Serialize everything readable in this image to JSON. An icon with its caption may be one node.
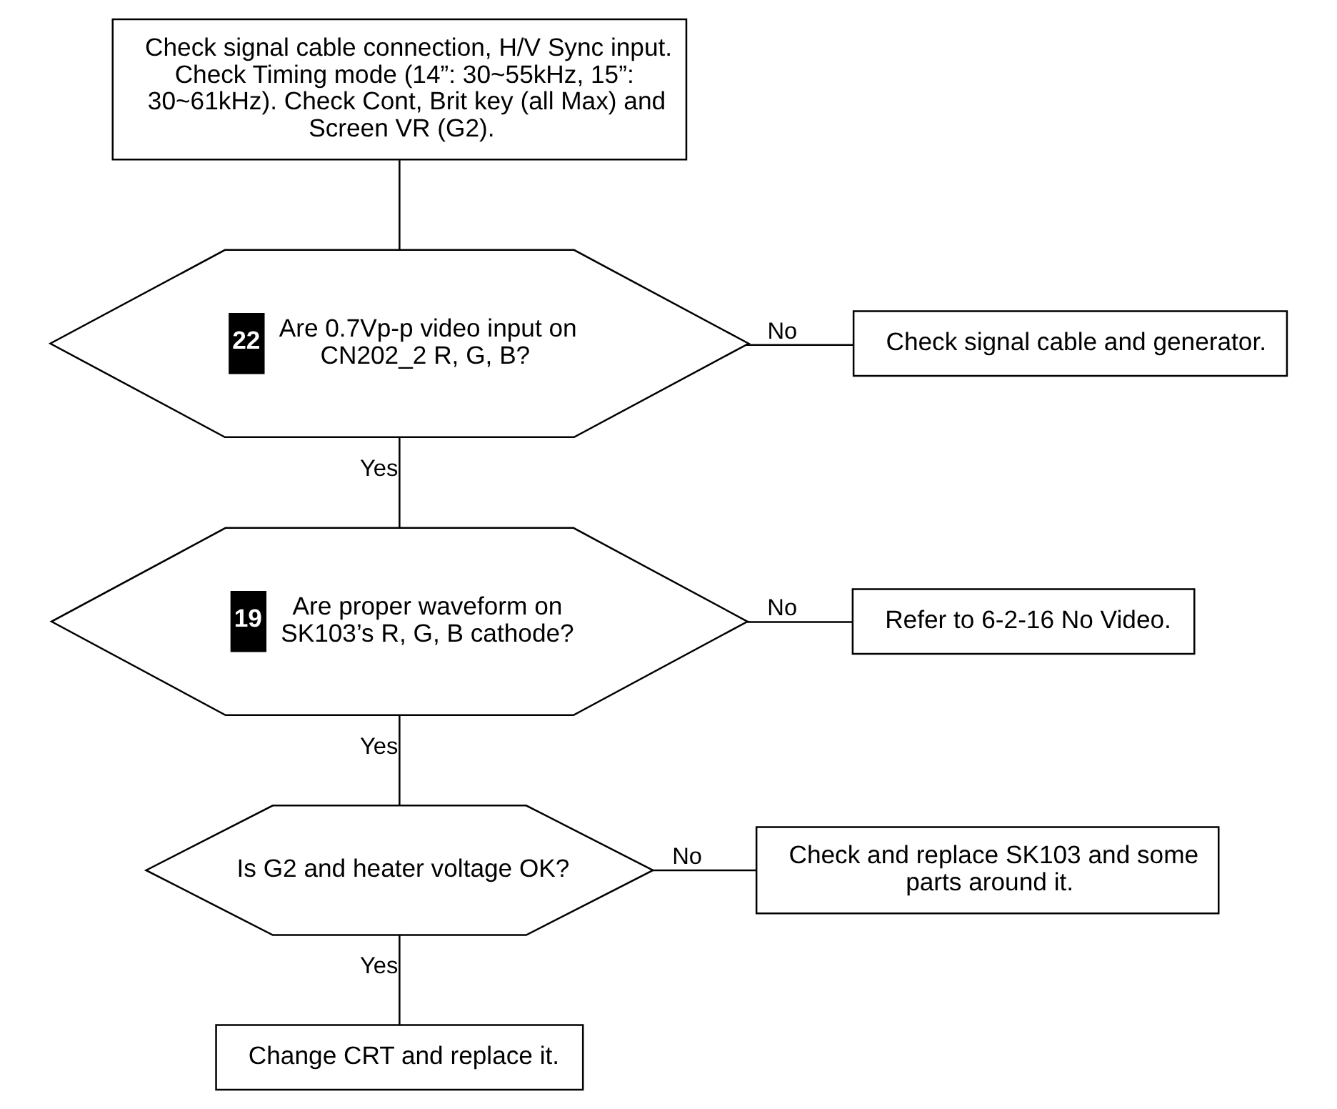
{
  "diagram": {
    "nodes": [
      {
        "text": [
          "Check signal cable connection, H/V Sync input. Check Timing mode (14”: 30~55kHz, 15”: 30~61kHz). Check Cont, Brit key (all Max) and Screen VR (G2)."
        ]
      },
      {
        "text": [
          "22",
          "Are 0.7Vp-p video input on CN202_2 R, G, B?"
        ]
      },
      {
        "text": [
          "Check signal cable and generator."
        ]
      },
      {
        "text": [
          "19",
          "Are proper waveform on SK103’s R, G, B cathode?"
        ]
      },
      {
        "text": [
          "Refer to 6-2-16 No Video."
        ]
      },
      {
        "text": [
          "Is G2 and heater voltage OK?"
        ]
      },
      {
        "text": [
          "Check and replace SK103 and some parts around it."
        ]
      },
      {
        "text": [
          "Change CRT and replace it."
        ]
      }
    ],
    "edges": [
      {
        "from": 0,
        "to": 1,
        "arrow": "none"
      },
      {
        "from": 1,
        "to": 2,
        "arrow": "none",
        "label": "No"
      },
      {
        "from": 1,
        "to": 3,
        "arrow": "none",
        "label": "Yes"
      },
      {
        "from": 3,
        "to": 4,
        "arrow": "none",
        "label": "No"
      },
      {
        "from": 3,
        "to": 5,
        "arrow": "none",
        "label": "Yes"
      },
      {
        "from": 5,
        "to": 6,
        "arrow": "none",
        "label": "No"
      },
      {
        "from": 5,
        "to": 7,
        "arrow": "none",
        "label": "Yes"
      }
    ]
  }
}
